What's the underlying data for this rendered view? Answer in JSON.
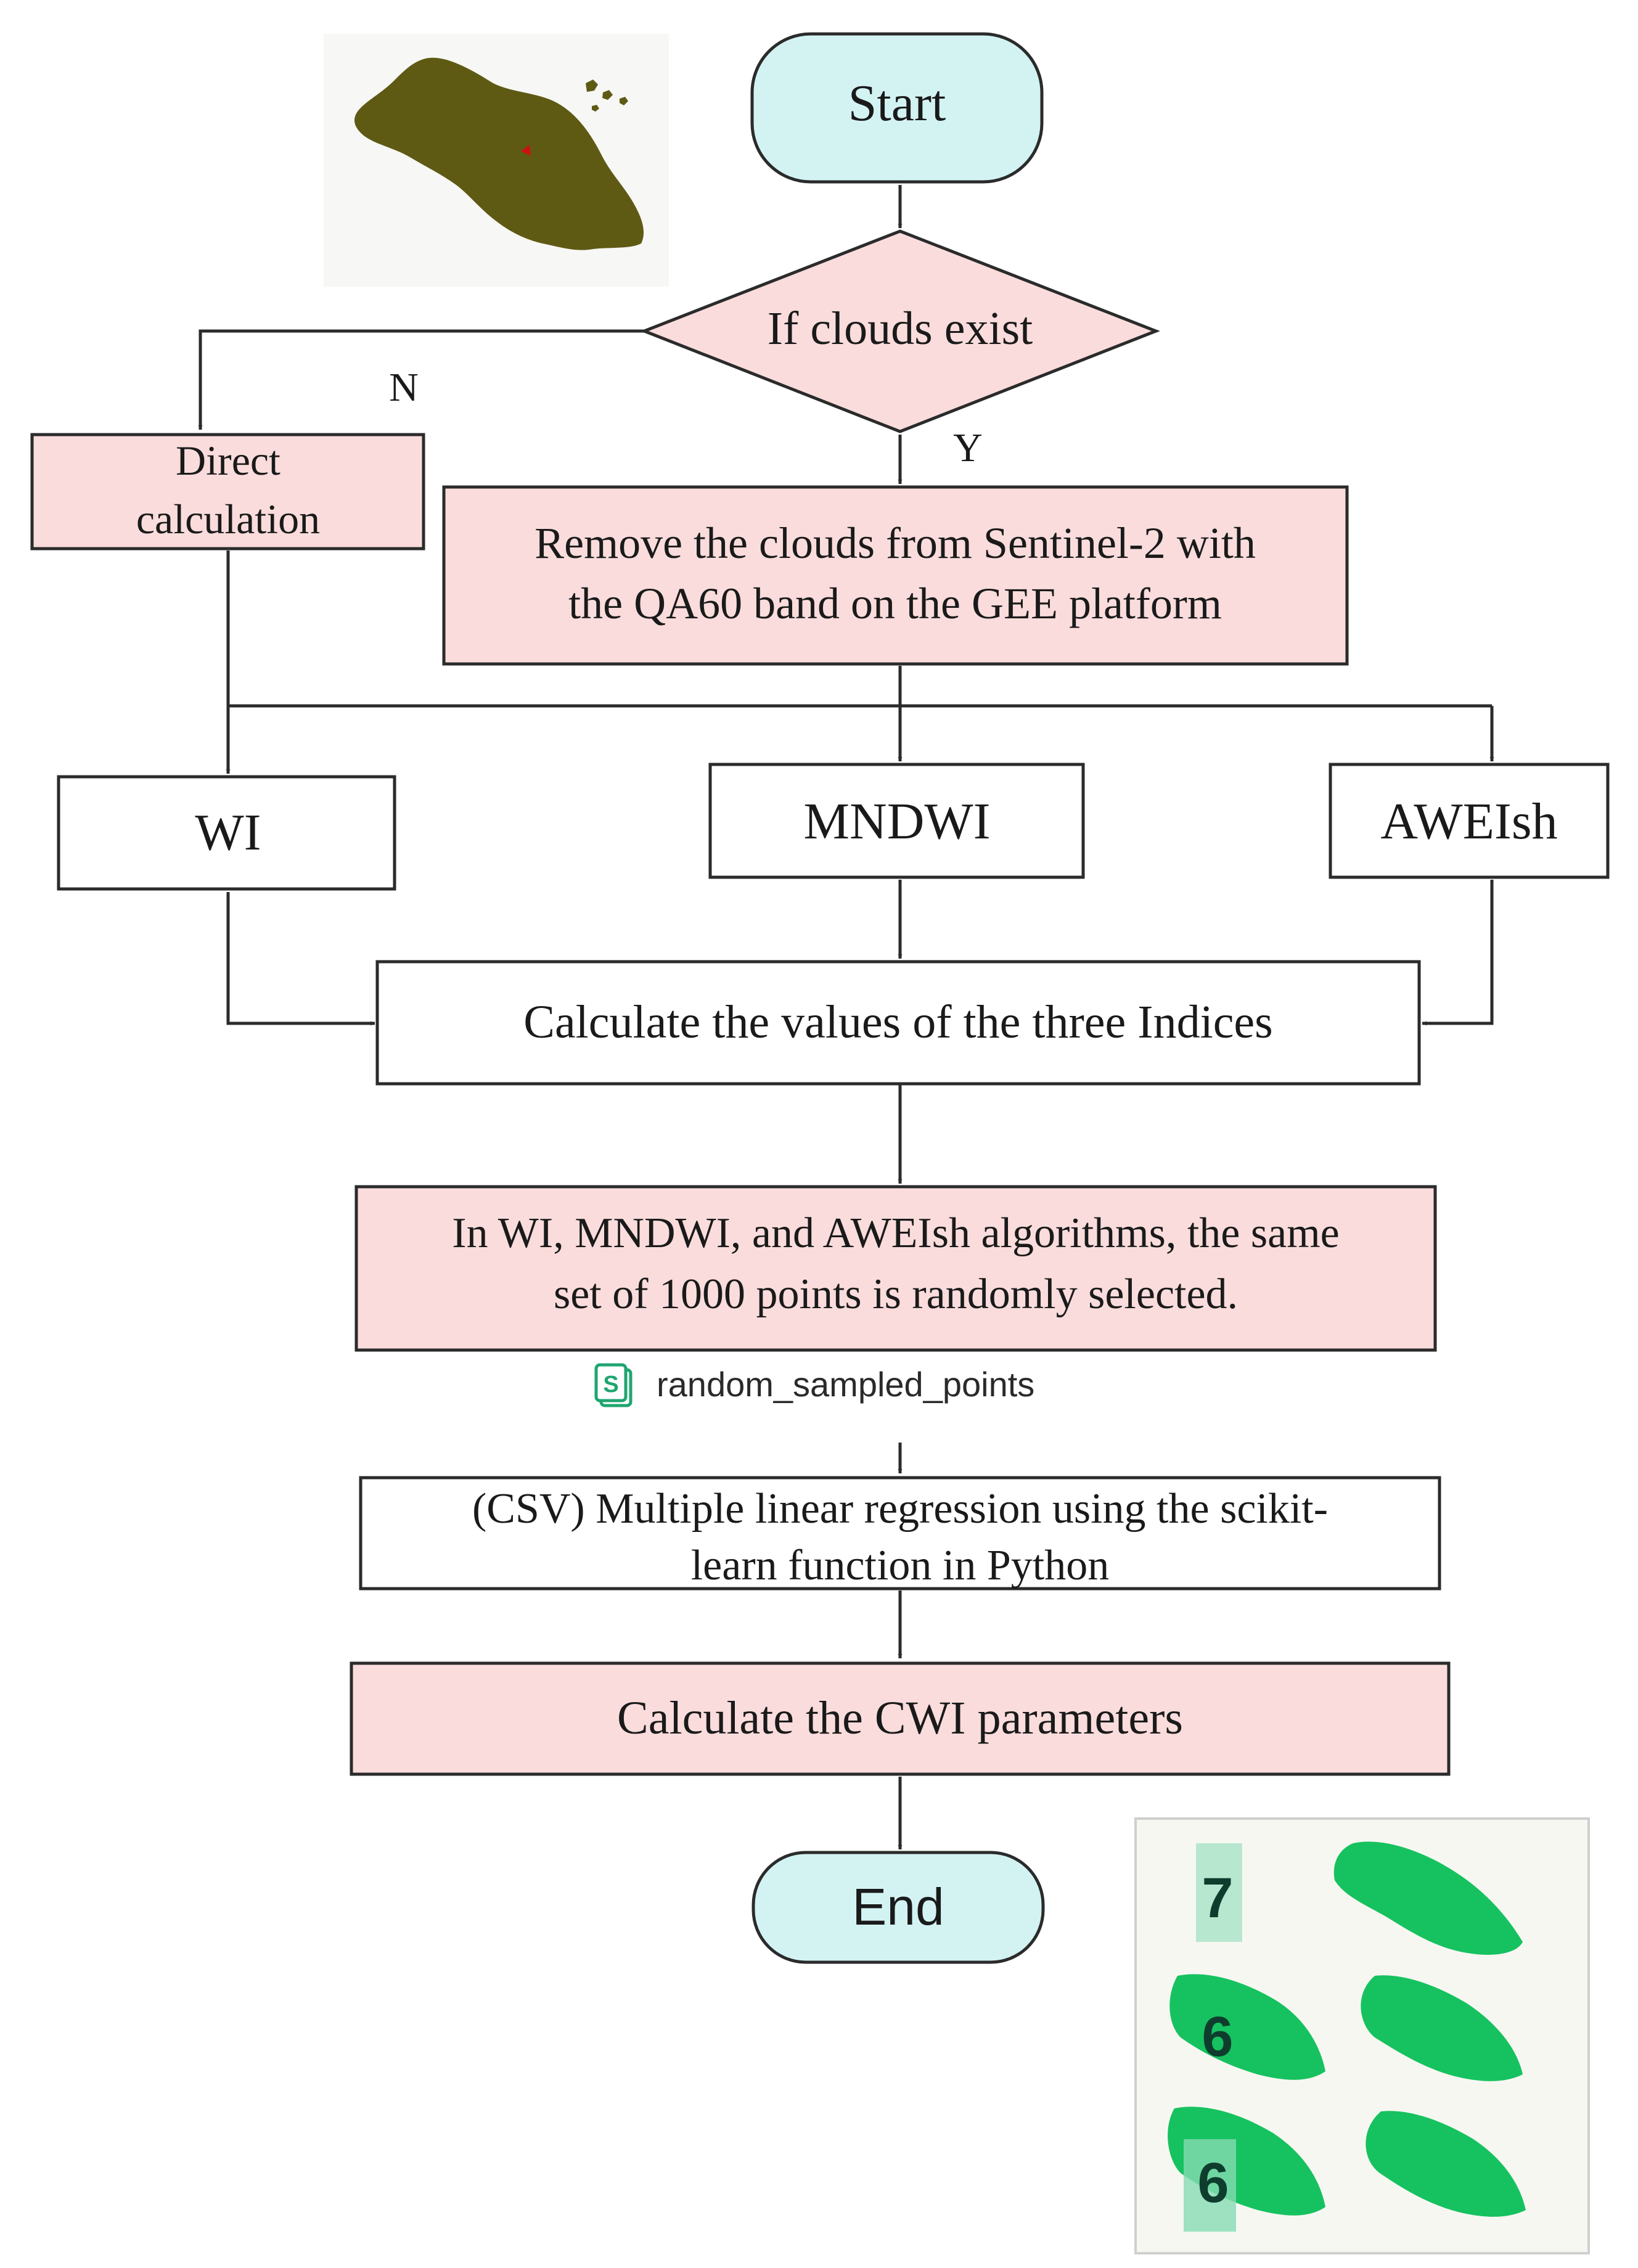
{
  "colors": {
    "terminal_fill": "#d3f3f3",
    "process_fill": "#fadcdc",
    "plain_fill": "#ffffff",
    "branch_label": "#ff3333",
    "map_land": "#5e5a14",
    "map_point": "#cc1111",
    "thumb_green": "#16c25f",
    "thumb_green_light": "#86dbb3",
    "thumb_digit": "#0e3d2e",
    "file_icon": "#1fa670"
  },
  "flow": {
    "start": "Start",
    "decision": "If clouds exist",
    "branch_no": "N",
    "branch_yes": "Y",
    "direct_calc": [
      "Direct",
      "calculation"
    ],
    "remove_clouds": [
      "Remove the clouds from Sentinel-2 with",
      "the QA60 band on the GEE platform"
    ],
    "wi": "WI",
    "mndwi": "MNDWI",
    "aweish": "AWEIsh",
    "calc_indices": "Calculate the values of the three Indices",
    "random_select": [
      "In WI, MNDWI, and AWEIsh algorithms, the same",
      "set of 1000 points is randomly selected."
    ],
    "file_label": "random_sampled_points",
    "file_icon": "spreadsheet-icon",
    "regression": [
      "(CSV) Multiple linear regression using the scikit-",
      "learn function in Python"
    ],
    "cwi_params": "Calculate the CWI parameters",
    "end": "End"
  },
  "thumbnails": {
    "digits": [
      "7",
      "6",
      "6"
    ]
  }
}
